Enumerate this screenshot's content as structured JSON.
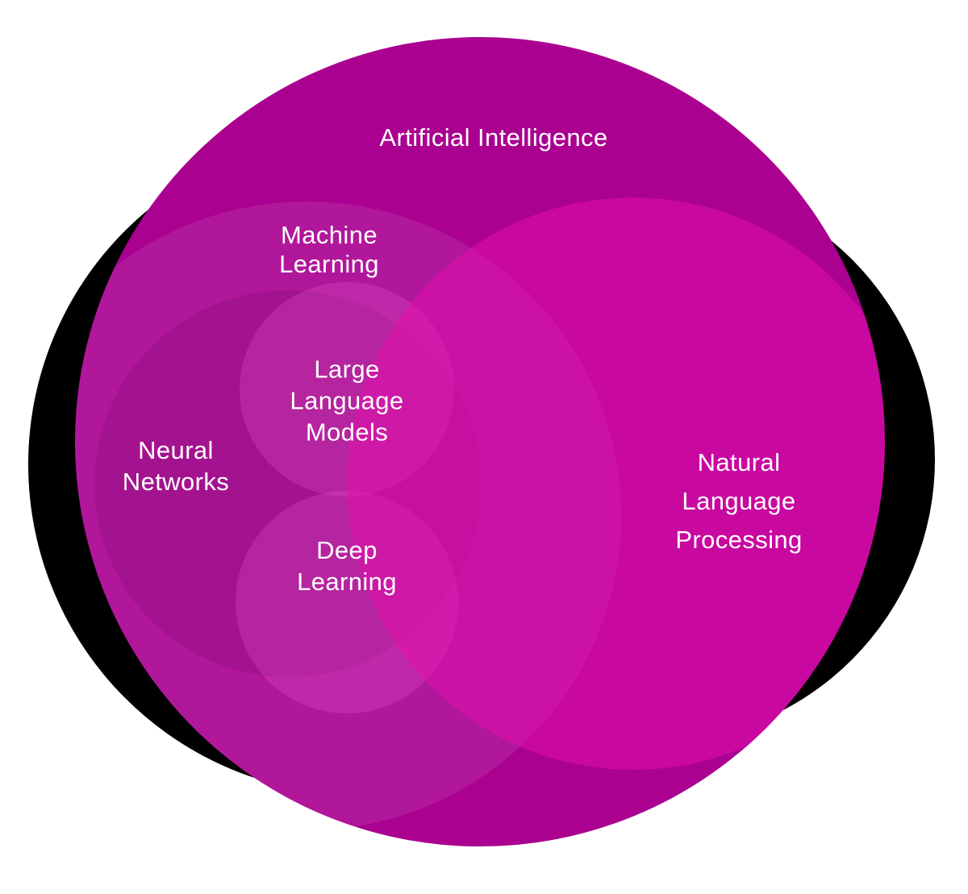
{
  "diagram": {
    "type": "euler-venn",
    "background_color": "#ffffff",
    "colors": {
      "ai_base": "#aa0190",
      "ml_region": "#b21499",
      "nn_region": "#a60689",
      "llm_dl_region": "#b61b9e",
      "nlp_region": "#c6089e",
      "shadow": "#000000",
      "text": "#ffffff"
    },
    "labels": {
      "ai": {
        "lines": [
          "Artificial Intelligence"
        ]
      },
      "ml": {
        "lines": [
          "Machine",
          "Learning"
        ]
      },
      "nn": {
        "lines": [
          "Neural",
          "Networks"
        ]
      },
      "llm": {
        "lines": [
          "Large",
          "Language",
          "Models"
        ]
      },
      "dl": {
        "lines": [
          "Deep",
          "Learning"
        ]
      },
      "nlp": {
        "lines": [
          "Natural",
          "Language",
          "Processing"
        ]
      }
    }
  }
}
